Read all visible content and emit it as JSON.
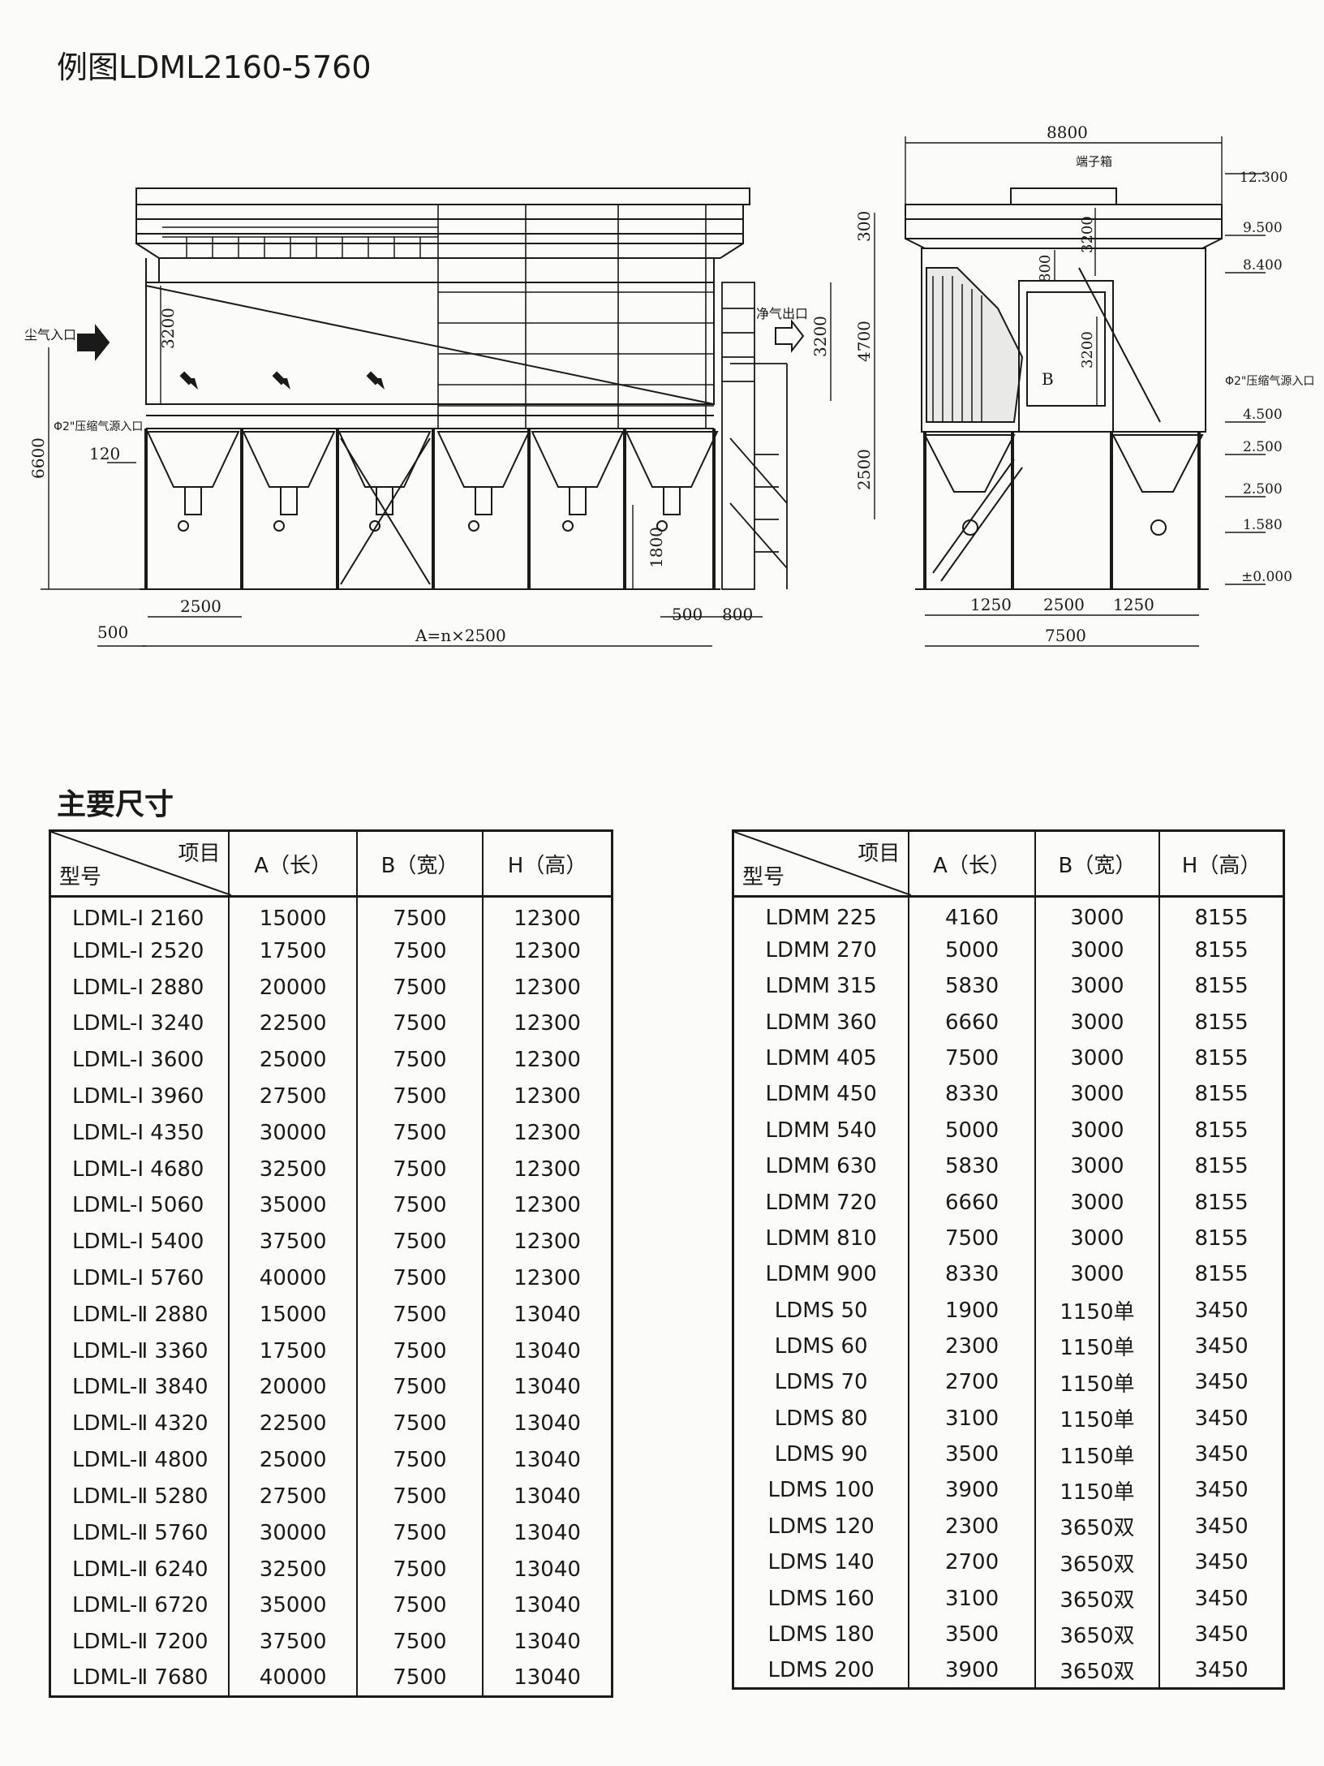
{
  "example_title": "例图LDML2160-5760",
  "section_title": "主要尺寸",
  "drawing": {
    "front": {
      "dust_inlet": "尘气入口",
      "clean_outlet": "净气出口",
      "compressed_air_inlet": "Φ2\"压缩气源入口",
      "dims": [
        "3200",
        "3200",
        "6600",
        "120",
        "1800",
        "2500",
        "500",
        "A=n×2500",
        "500",
        "800"
      ]
    },
    "side": {
      "terminal_box": "端子箱",
      "compressed_air_inlet": "Φ2\"压缩气源入口",
      "b_label": "B",
      "dims": [
        "8800",
        "300",
        "4700",
        "2500",
        "800",
        "3200",
        "3200",
        "1250",
        "2500",
        "1250",
        "7500"
      ],
      "elevations": [
        "12.300",
        "9.500",
        "8.400",
        "4.500",
        "2.500",
        "2.500",
        "1.580",
        "±0.000"
      ]
    }
  },
  "headers": {
    "item": "项目",
    "model": "型号",
    "a": "A（长）",
    "b": "B（宽）",
    "h": "H（高）"
  },
  "left_rows": [
    [
      "LDML-Ⅰ 2160",
      "15000",
      "7500",
      "12300"
    ],
    [
      "LDML-Ⅰ 2520",
      "17500",
      "7500",
      "12300"
    ],
    [
      "LDML-Ⅰ 2880",
      "20000",
      "7500",
      "12300"
    ],
    [
      "LDML-Ⅰ 3240",
      "22500",
      "7500",
      "12300"
    ],
    [
      "LDML-Ⅰ 3600",
      "25000",
      "7500",
      "12300"
    ],
    [
      "LDML-Ⅰ 3960",
      "27500",
      "7500",
      "12300"
    ],
    [
      "LDML-Ⅰ 4350",
      "30000",
      "7500",
      "12300"
    ],
    [
      "LDML-Ⅰ 4680",
      "32500",
      "7500",
      "12300"
    ],
    [
      "LDML-Ⅰ 5060",
      "35000",
      "7500",
      "12300"
    ],
    [
      "LDML-Ⅰ 5400",
      "37500",
      "7500",
      "12300"
    ],
    [
      "LDML-Ⅰ 5760",
      "40000",
      "7500",
      "12300"
    ],
    [
      "LDML-Ⅱ 2880",
      "15000",
      "7500",
      "13040"
    ],
    [
      "LDML-Ⅱ 3360",
      "17500",
      "7500",
      "13040"
    ],
    [
      "LDML-Ⅱ 3840",
      "20000",
      "7500",
      "13040"
    ],
    [
      "LDML-Ⅱ 4320",
      "22500",
      "7500",
      "13040"
    ],
    [
      "LDML-Ⅱ 4800",
      "25000",
      "7500",
      "13040"
    ],
    [
      "LDML-Ⅱ 5280",
      "27500",
      "7500",
      "13040"
    ],
    [
      "LDML-Ⅱ 5760",
      "30000",
      "7500",
      "13040"
    ],
    [
      "LDML-Ⅱ 6240",
      "32500",
      "7500",
      "13040"
    ],
    [
      "LDML-Ⅱ 6720",
      "35000",
      "7500",
      "13040"
    ],
    [
      "LDML-Ⅱ 7200",
      "37500",
      "7500",
      "13040"
    ],
    [
      "LDML-Ⅱ 7680",
      "40000",
      "7500",
      "13040"
    ]
  ],
  "right_rows": [
    [
      "LDMM 225",
      "4160",
      "3000",
      "8155"
    ],
    [
      "LDMM 270",
      "5000",
      "3000",
      "8155"
    ],
    [
      "LDMM 315",
      "5830",
      "3000",
      "8155"
    ],
    [
      "LDMM 360",
      "6660",
      "3000",
      "8155"
    ],
    [
      "LDMM 405",
      "7500",
      "3000",
      "8155"
    ],
    [
      "LDMM 450",
      "8330",
      "3000",
      "8155"
    ],
    [
      "LDMM 540",
      "5000",
      "3000",
      "8155"
    ],
    [
      "LDMM 630",
      "5830",
      "3000",
      "8155"
    ],
    [
      "LDMM 720",
      "6660",
      "3000",
      "8155"
    ],
    [
      "LDMM 810",
      "7500",
      "3000",
      "8155"
    ],
    [
      "LDMM 900",
      "8330",
      "3000",
      "8155"
    ],
    [
      "LDMS 50",
      "1900",
      "1150单",
      "3450"
    ],
    [
      "LDMS 60",
      "2300",
      "1150单",
      "3450"
    ],
    [
      "LDMS 70",
      "2700",
      "1150单",
      "3450"
    ],
    [
      "LDMS 80",
      "3100",
      "1150单",
      "3450"
    ],
    [
      "LDMS 90",
      "3500",
      "1150单",
      "3450"
    ],
    [
      "LDMS 100",
      "3900",
      "1150单",
      "3450"
    ],
    [
      "LDMS 120",
      "2300",
      "3650双",
      "3450"
    ],
    [
      "LDMS 140",
      "2700",
      "3650双",
      "3450"
    ],
    [
      "LDMS 160",
      "3100",
      "3650双",
      "3450"
    ],
    [
      "LDMS 180",
      "3500",
      "3650双",
      "3450"
    ],
    [
      "LDMS 200",
      "3900",
      "3650双",
      "3450"
    ]
  ]
}
